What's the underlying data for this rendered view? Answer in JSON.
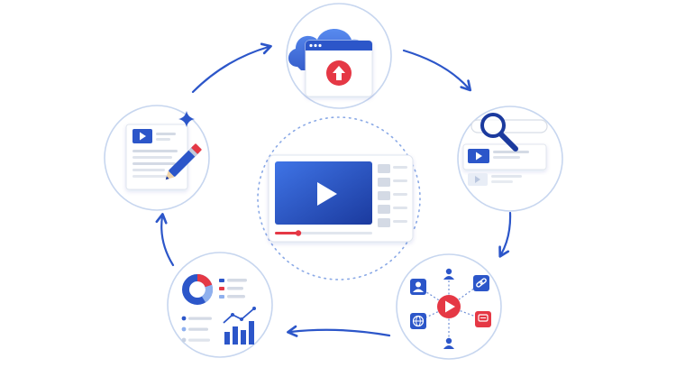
{
  "diagram": {
    "center": {
      "name": "video-player-center",
      "icon": "video-player-icon"
    },
    "stages": [
      {
        "id": "upload",
        "icon": "cloud-upload-icon"
      },
      {
        "id": "search",
        "icon": "search-icon"
      },
      {
        "id": "distribute",
        "icon": "share-network-icon"
      },
      {
        "id": "analytics",
        "icon": "analytics-chart-icon"
      },
      {
        "id": "create",
        "icon": "edit-document-icon"
      }
    ],
    "flow": "clockwise"
  },
  "colors": {
    "primary": "#2c56c9",
    "primary_dark": "#1b3a9e",
    "primary_light": "#5a8ff0",
    "accent_red": "#e53845",
    "circle_stroke": "#c7d6ef",
    "circle_fill": "#ffffff",
    "line_gray": "#d8dde6",
    "bg": "#ffffff"
  }
}
